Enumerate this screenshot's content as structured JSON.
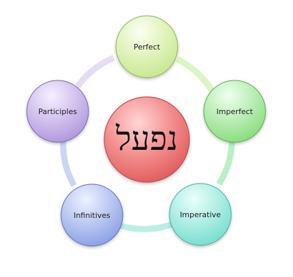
{
  "diagram": {
    "center": {
      "label": "נפעל",
      "color": "#e66a6a"
    },
    "nodes": [
      {
        "id": "perfect",
        "label": "Perfect",
        "color": "#cbeb8f"
      },
      {
        "id": "imperfect",
        "label": "Imperfect",
        "color": "#8fe07e"
      },
      {
        "id": "imperative",
        "label": "Imperative",
        "color": "#7de0d2"
      },
      {
        "id": "infinitives",
        "label": "Infinitives",
        "color": "#8ea3e6"
      },
      {
        "id": "participles",
        "label": "Participles",
        "color": "#b49be0"
      }
    ]
  }
}
